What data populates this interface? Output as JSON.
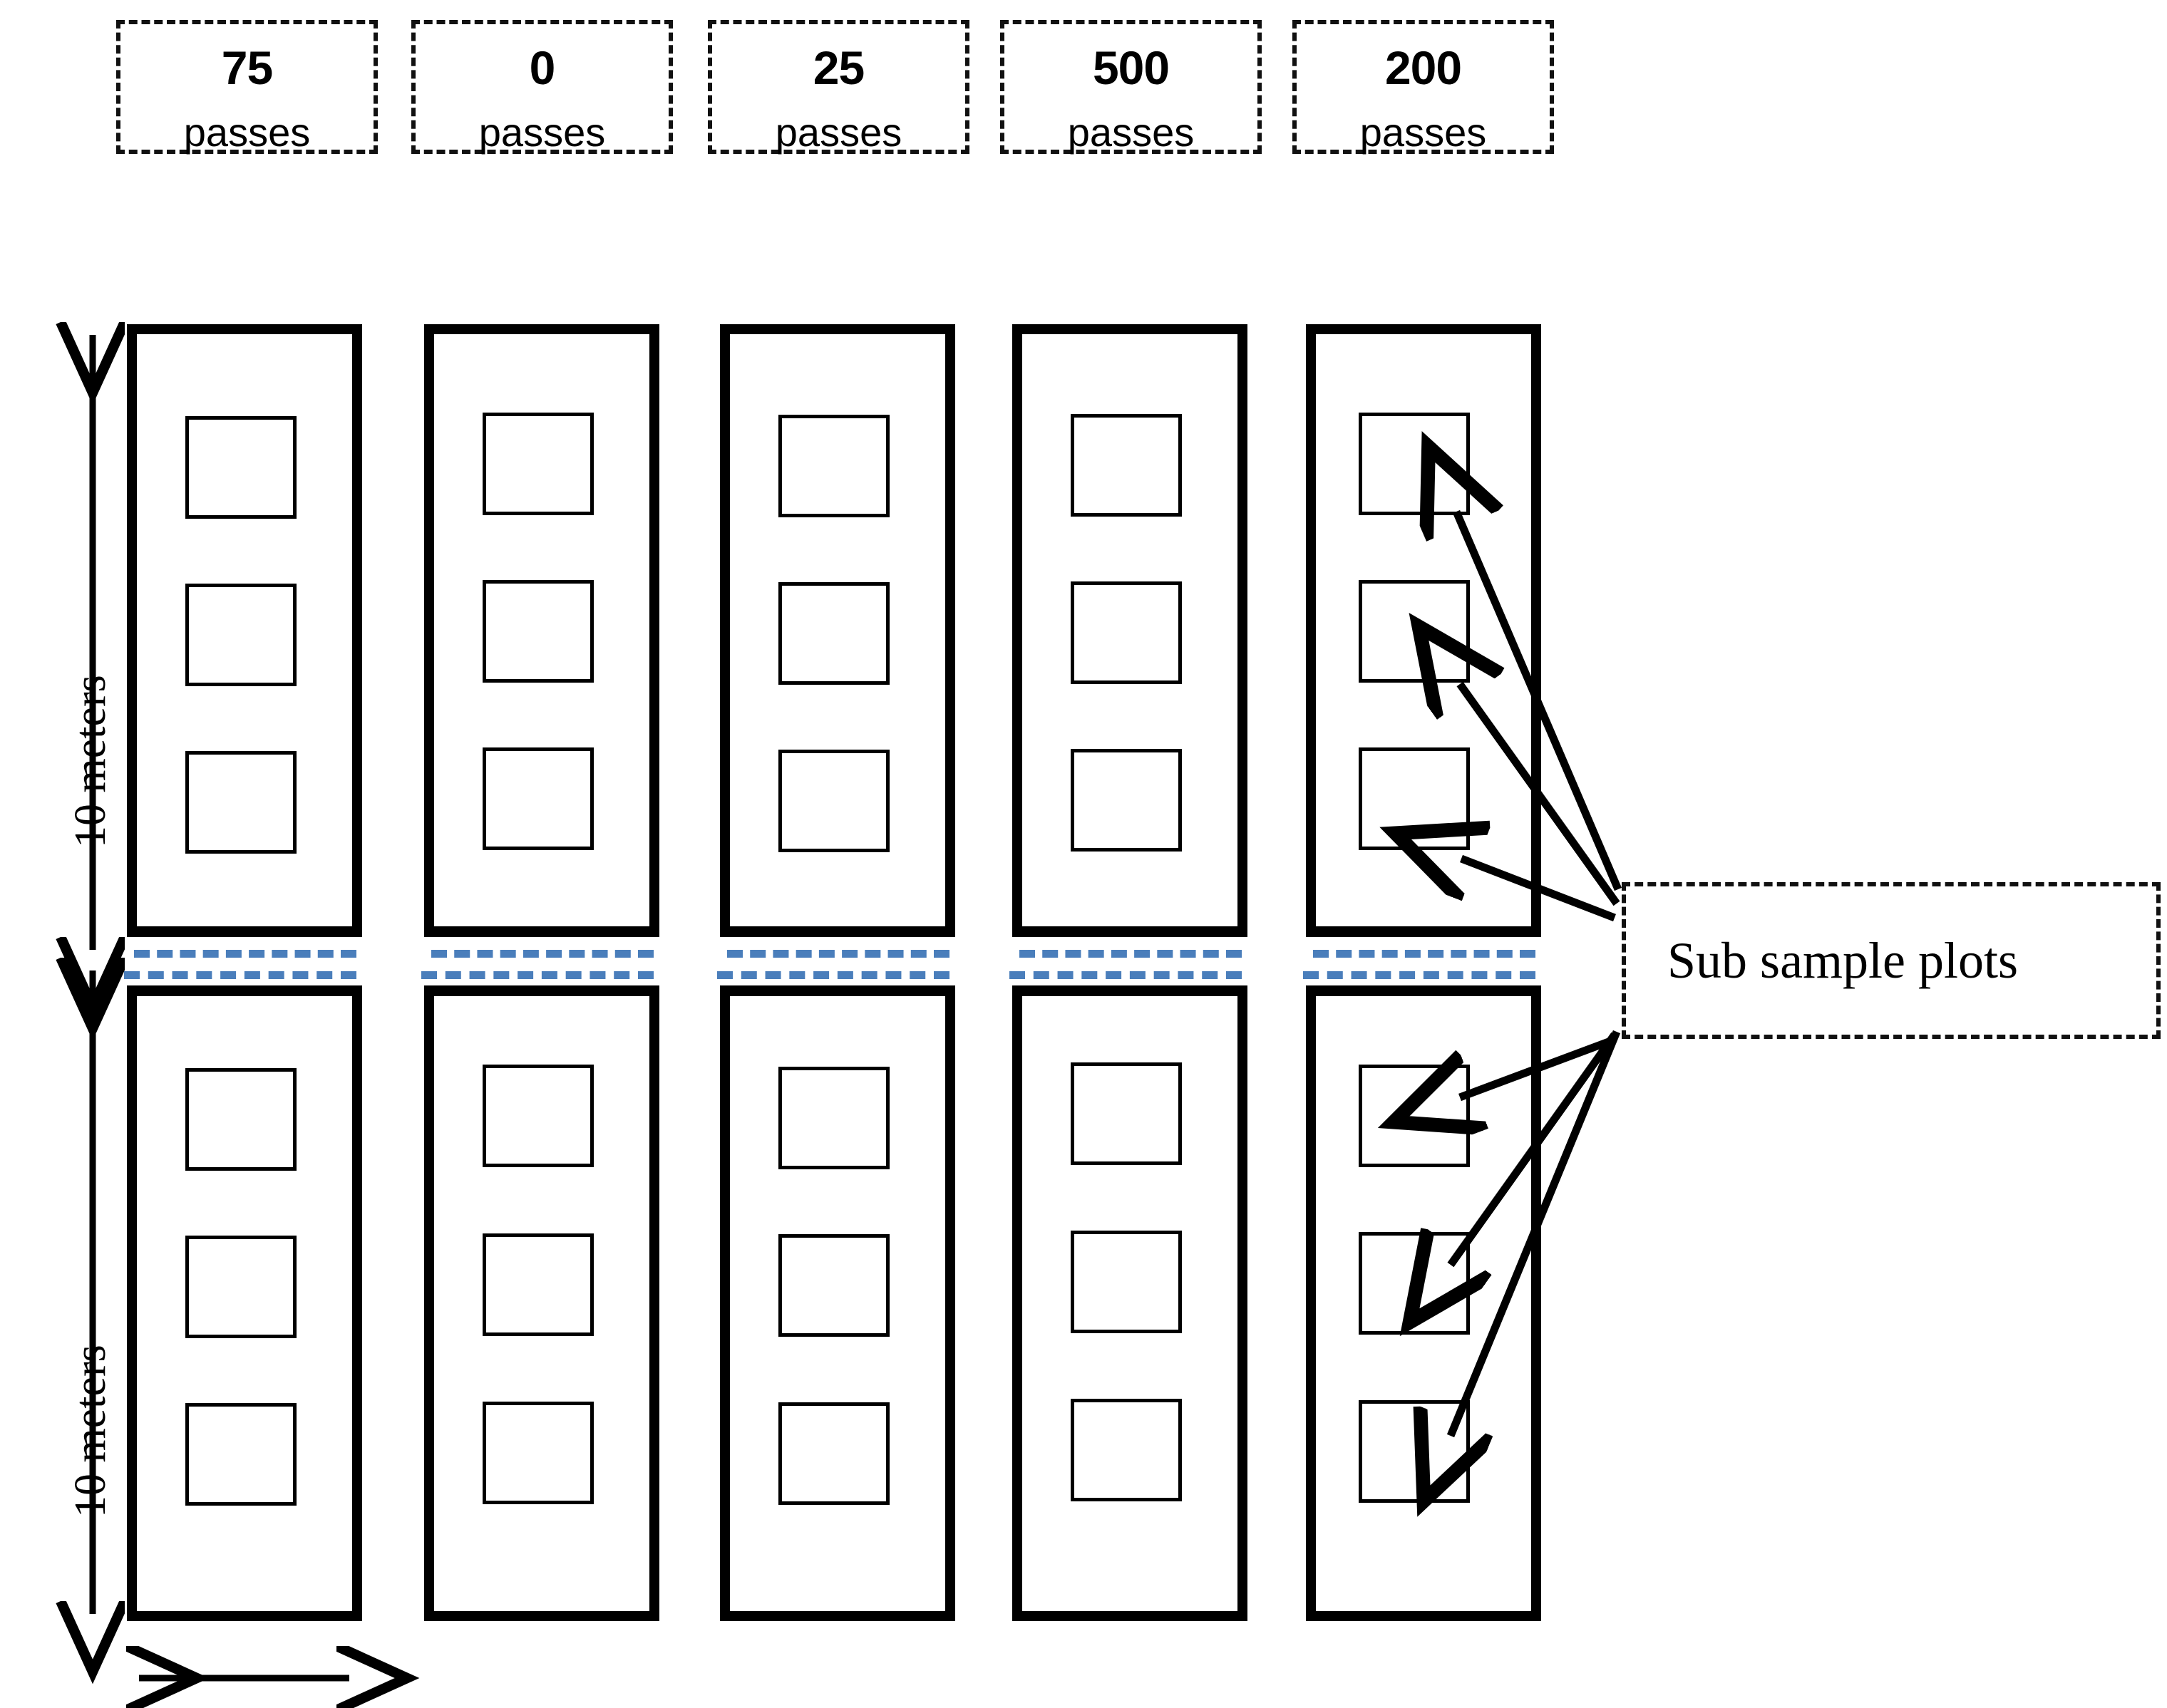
{
  "figure": {
    "type": "experimental-plot-layout-diagram",
    "treatments": [
      {
        "value": "75",
        "unit": "passes"
      },
      {
        "value": "0",
        "unit": "passes"
      },
      {
        "value": "25",
        "unit": "passes"
      },
      {
        "value": "500",
        "unit": "passes"
      },
      {
        "value": "200",
        "unit": "passes"
      }
    ],
    "dimensions": {
      "top_half_label": "10 meters",
      "bottom_half_label": "10 meters"
    },
    "callout": {
      "label": "Sub sample plots"
    },
    "colors": {
      "outline": "#000000",
      "band_dash": "#4a7ebb",
      "background": "#ffffff"
    },
    "structure": {
      "strip_count": 5,
      "subplots_per_half": 3,
      "halves_per_strip": 2,
      "separator_band": "blue-dashed"
    }
  }
}
